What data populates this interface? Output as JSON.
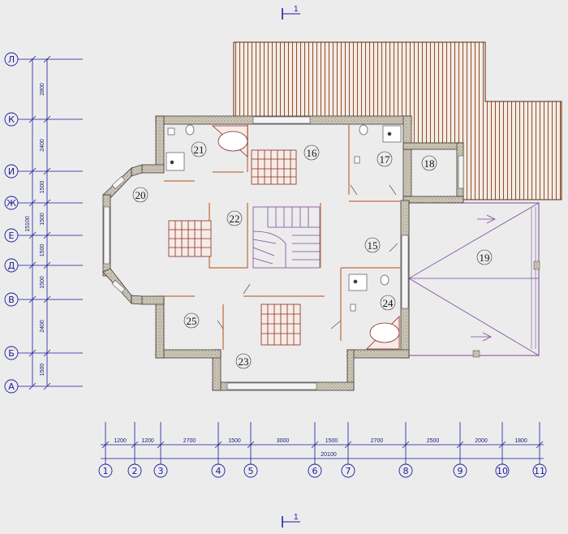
{
  "section_mark": "1",
  "grid_rows": [
    {
      "label": "Л"
    },
    {
      "label": "К"
    },
    {
      "label": "И"
    },
    {
      "label": "Ж"
    },
    {
      "label": "Е"
    },
    {
      "label": "Д"
    },
    {
      "label": "В"
    },
    {
      "label": "Б"
    },
    {
      "label": "А"
    }
  ],
  "grid_cols": [
    {
      "label": "1"
    },
    {
      "label": "2"
    },
    {
      "label": "3"
    },
    {
      "label": "4"
    },
    {
      "label": "5"
    },
    {
      "label": "6"
    },
    {
      "label": "7"
    },
    {
      "label": "8"
    },
    {
      "label": "9"
    },
    {
      "label": "10"
    },
    {
      "label": "11"
    }
  ],
  "vertical_dims": [
    "2800",
    "2400",
    "1500",
    "1500",
    "1500",
    "1500",
    "2400",
    "1500"
  ],
  "vertical_total": "15100",
  "horizontal_dims": [
    "1200",
    "1200",
    "2700",
    "1500",
    "3000",
    "1500",
    "2700",
    "2500",
    "2000",
    "1800"
  ],
  "horizontal_total": "20100",
  "rooms": [
    "15",
    "16",
    "17",
    "18",
    "19",
    "20",
    "21",
    "22",
    "23",
    "24",
    "25"
  ]
}
